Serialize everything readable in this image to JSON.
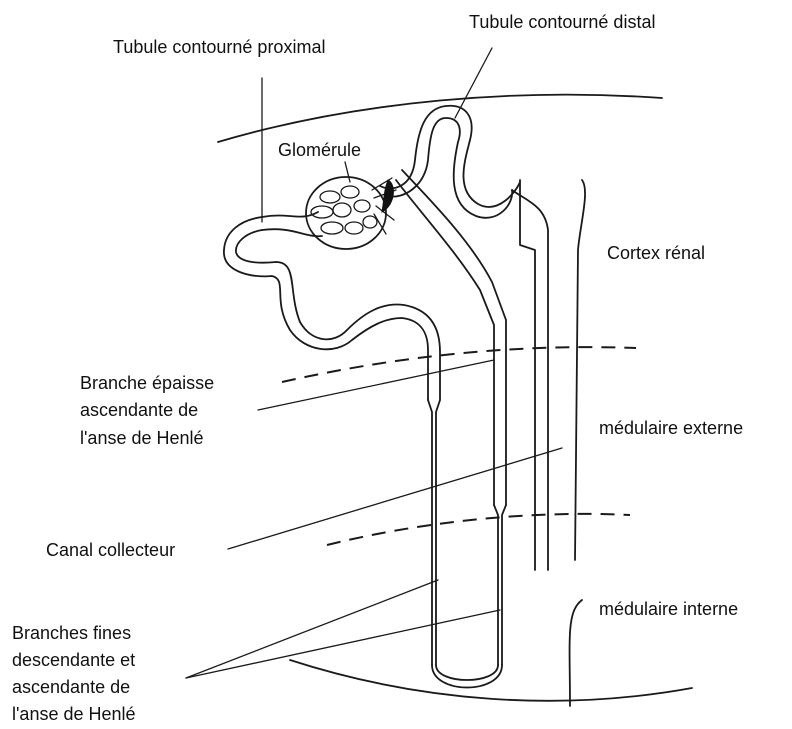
{
  "labels": {
    "tcp": "Tubule contourné proximal",
    "tcd": "Tubule contourné distal",
    "glomerule": "Glomérule",
    "cortex": "Cortex rénal",
    "branche_epaisse_1": "Branche épaisse",
    "branche_epaisse_2": "ascendante de",
    "branche_epaisse_3": "l'anse de Henlé",
    "medulaire_externe": "médulaire externe",
    "canal_collecteur": "Canal collecteur",
    "medulaire_interne": "médulaire interne",
    "branches_fines_1": "Branches fines",
    "branches_fines_2": "descendante et",
    "branches_fines_3": "ascendante de",
    "branches_fines_4": "l'anse de Henlé"
  },
  "colors": {
    "line": "#1a1a1a",
    "text": "#111111",
    "background": "#ffffff"
  }
}
